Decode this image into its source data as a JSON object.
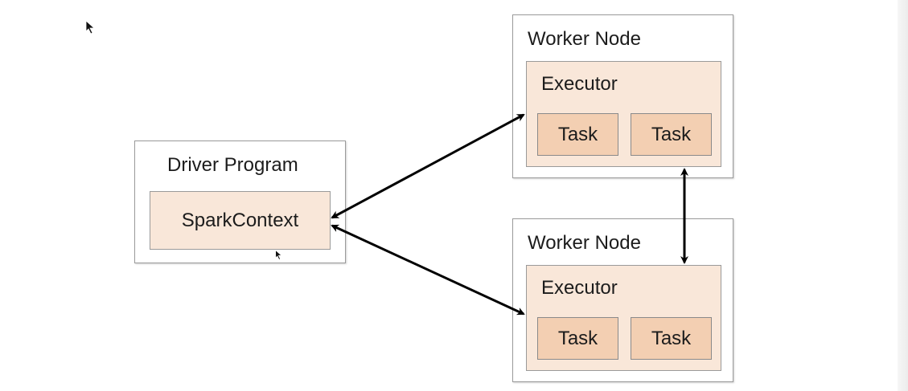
{
  "driver": {
    "title": "Driver Program",
    "context": "SparkContext"
  },
  "workers": [
    {
      "title": "Worker Node",
      "executor": "Executor",
      "tasks": [
        "Task",
        "Task"
      ]
    },
    {
      "title": "Worker Node",
      "executor": "Executor",
      "tasks": [
        "Task",
        "Task"
      ]
    }
  ],
  "colors": {
    "box_border": "#9a9a9a",
    "executor_fill": "#f9e7d9",
    "task_fill": "#f3cfb2",
    "arrow": "#000000"
  }
}
